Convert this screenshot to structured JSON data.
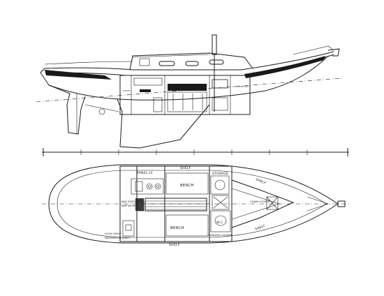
{
  "colors": {
    "ink": "#1a1a1a",
    "paper": "#ffffff",
    "hull_stripe": "#1a1a1a"
  },
  "plan_labels": {
    "panel_left": "PANEL-LE",
    "shelf_top": "SHELF",
    "storage": "STORAGE",
    "shelf_right_top": "SHELF",
    "chain_locker": "CHAIN LOCKER",
    "bench_top": "BENCH",
    "bench_bottom": "BENCH",
    "nav_station": "NAV STATION",
    "map_book": "MAP BOOK",
    "wc": "W.C.",
    "hanging_locker": "HANGING LOCKER",
    "shelf_bottom": "SHELF",
    "shelf_right_bottom": "SHELF",
    "hold_shelf": "HOLD SHELF",
    "nav_shelf": "NAVIGATION SHELF"
  }
}
